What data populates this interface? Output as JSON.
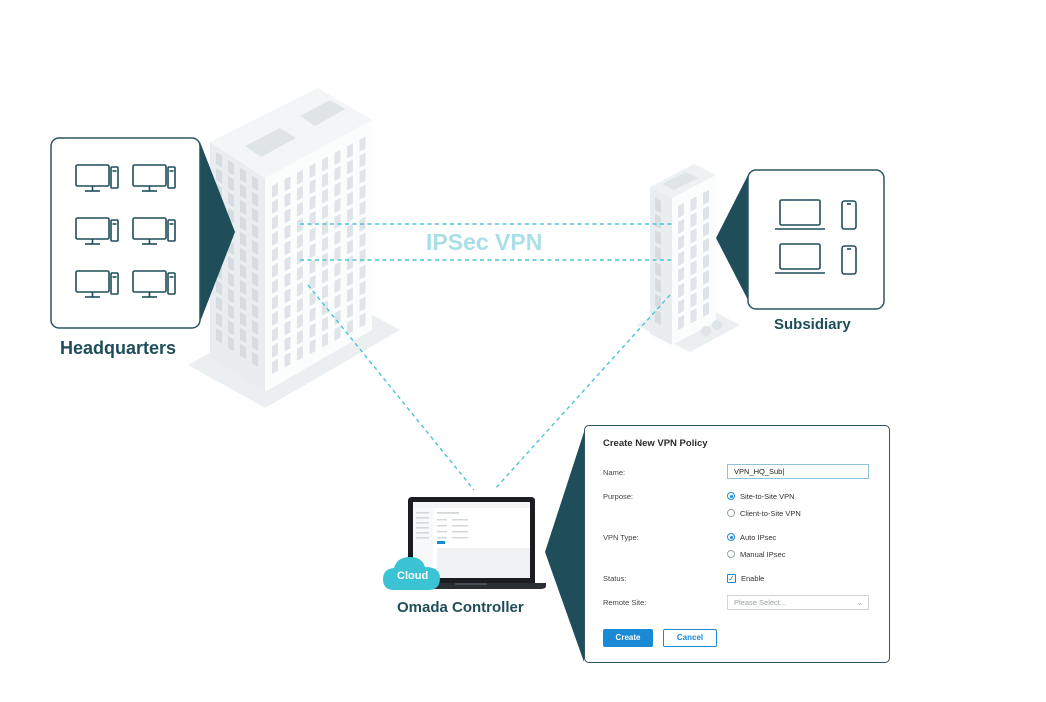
{
  "sites": {
    "headquarters": {
      "label": "Headquarters"
    },
    "subsidiary": {
      "label": "Subsidiary"
    },
    "controller": {
      "label": "Omada Controller",
      "cloud_label": "Cloud"
    }
  },
  "connection": {
    "label": "IPSec VPN"
  },
  "colors": {
    "dark_teal": "#1f4e5a",
    "frame_teal": "#2a5562",
    "dash_cyan": "#49c6d6",
    "vpn_label": "#a9dfe6",
    "accent_blue": "#1a8ad6",
    "cloud": "#3cc3d3"
  },
  "form": {
    "title": "Create New VPN Policy",
    "name": {
      "label": "Name:",
      "value": "VPN_HQ_Sub|"
    },
    "purpose": {
      "label": "Purpose:",
      "options": [
        "Site-to-Site VPN",
        "Client-to-Site VPN"
      ],
      "selected": "Site-to-Site VPN"
    },
    "vpn_type": {
      "label": "VPN Type:",
      "options": [
        "Auto IPsec",
        "Manual IPsec"
      ],
      "selected": "Auto IPsec"
    },
    "status": {
      "label": "Status:",
      "option": "Enable",
      "checked": true
    },
    "remote_site": {
      "label": "Remote Site:",
      "placeholder": "Please Select..."
    },
    "create_label": "Create",
    "cancel_label": "Cancel"
  }
}
